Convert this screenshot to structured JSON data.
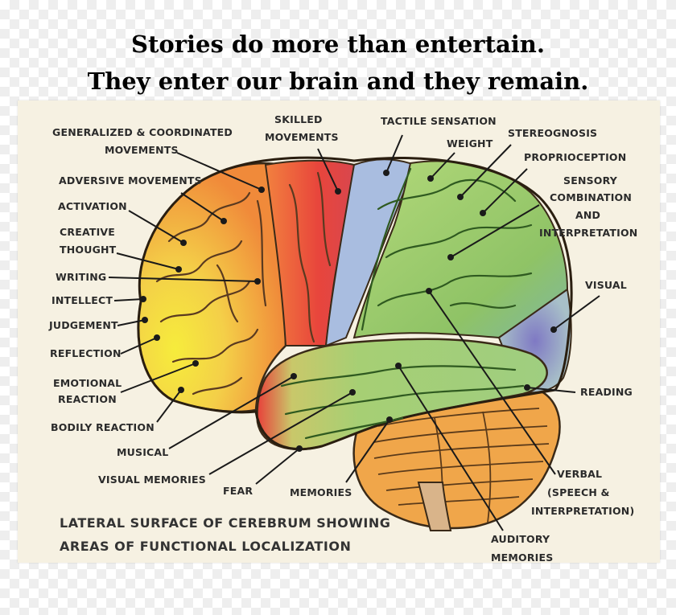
{
  "quote": {
    "line1": "Stories do more than entertain.",
    "line2": "They enter our brain and they remain."
  },
  "caption": {
    "line1": "LATERAL SURFACE OF CEREBRUM SHOWING",
    "line2": "AREAS OF FUNCTIONAL LOCALIZATION"
  },
  "labels": {
    "generalized_1": "GENERALIZED & COORDINATED",
    "generalized_2": "MOVEMENTS",
    "skilled_1": "SKILLED",
    "skilled_2": "MOVEMENTS",
    "tactile": "TACTILE SENSATION",
    "weight": "WEIGHT",
    "stereognosis": "STEREOGNOSIS",
    "proprioception": "PROPRIOCEPTION",
    "sensory_1": "SENSORY",
    "sensory_2": "COMBINATION",
    "sensory_3": "AND",
    "sensory_4": "INTERPRETATION",
    "adversive": "ADVERSIVE MOVEMENTS",
    "activation": "ACTIVATION",
    "creative_1": "CREATIVE",
    "creative_2": "THOUGHT",
    "writing": "WRITING",
    "intellect": "INTELLECT",
    "judgement": "JUDGEMENT",
    "reflection": "REFLECTION",
    "emotional_1": "EMOTIONAL",
    "emotional_2": "REACTION",
    "bodily": "BODILY REACTION",
    "musical": "MUSICAL",
    "visual_memories": "VISUAL MEMORIES",
    "fear": "FEAR",
    "memories": "MEMORIES",
    "visual": "VISUAL",
    "reading": "READING",
    "verbal_1": "VERBAL",
    "verbal_2": "(SPEECH &",
    "verbal_3": "INTERPRETATION)",
    "auditory_1": "AUDITORY",
    "auditory_2": "MEMORIES"
  },
  "colors": {
    "frontal_yellow": "#f4e23a",
    "frontal_orange": "#f0a040",
    "motor_red": "#e8403a",
    "sensory_blue": "#9fb6e0",
    "parietal_green": "#9ccc6a",
    "occipital_purple": "#8c86c8",
    "temporal_green": "#a6cf74",
    "cerebellum_orange": "#f0a64a",
    "paper": "#f6f1e2"
  }
}
